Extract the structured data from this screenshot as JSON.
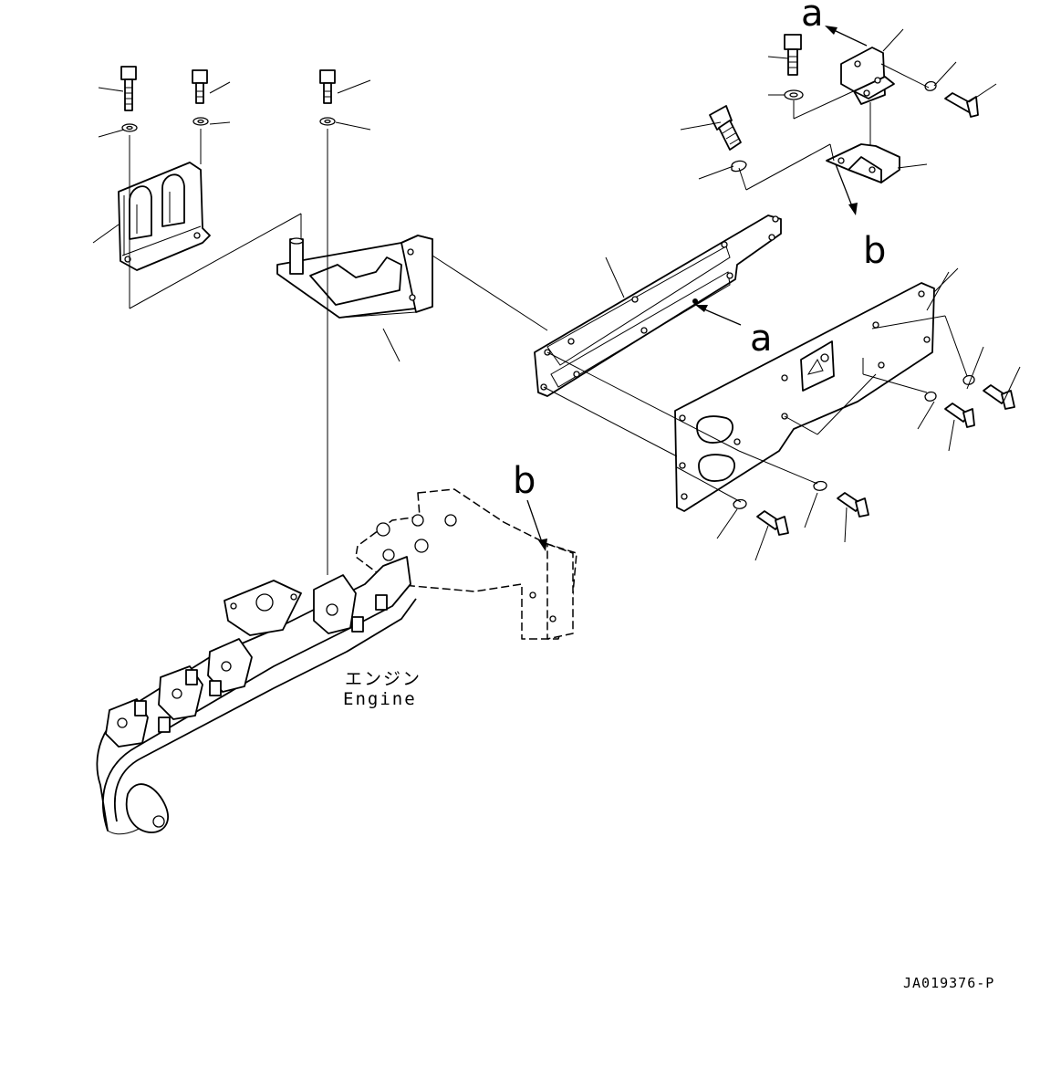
{
  "callouts": {
    "a_top": "a",
    "a_mid": "a",
    "b_right": "b",
    "b_engine": "b"
  },
  "engine_label": {
    "jp": "エンジン",
    "en": "Engine"
  },
  "drawing_code": "JA019376-P"
}
